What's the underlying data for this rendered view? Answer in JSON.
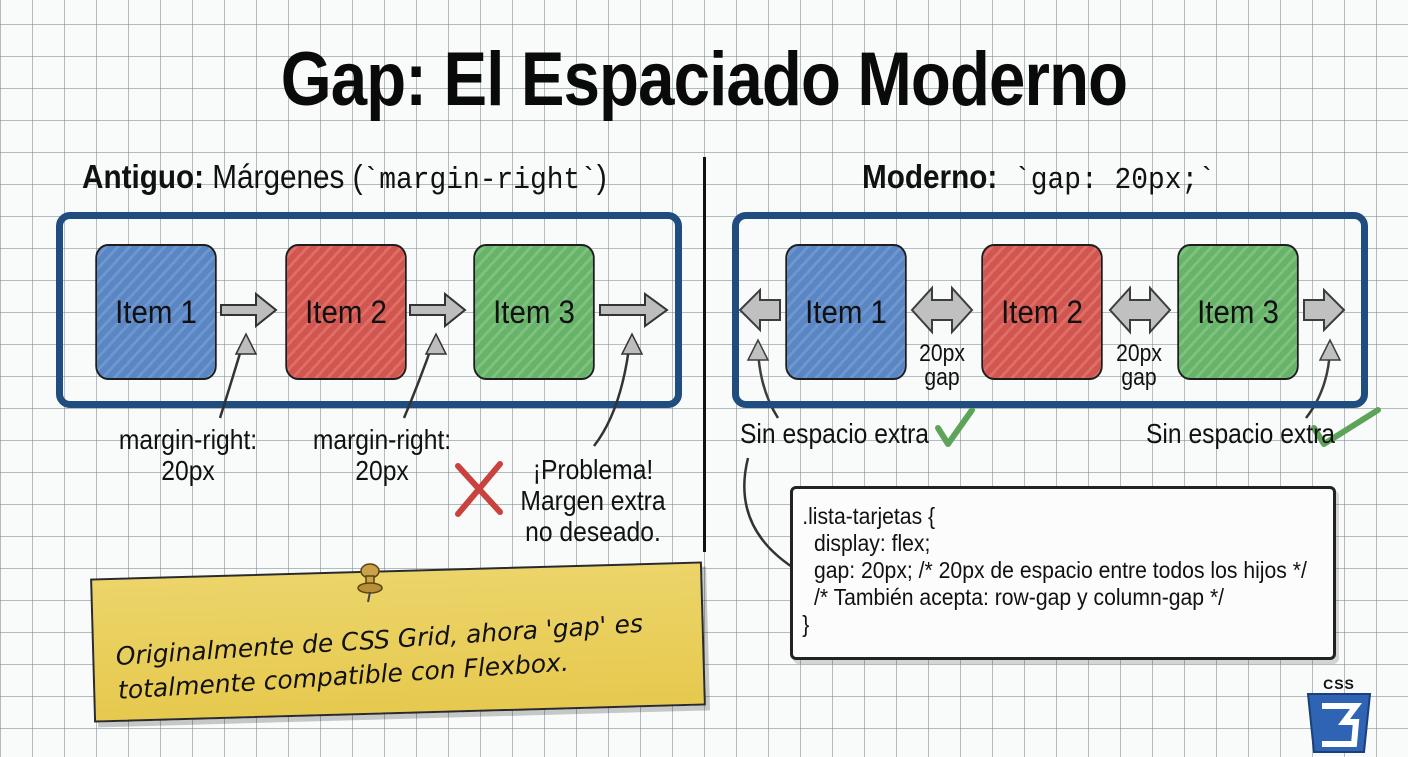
{
  "title": "Gap: El Espaciado Moderno",
  "left": {
    "heading_bold": "Antiguo:",
    "heading_text": " Márgenes (",
    "heading_code": "`margin-right`",
    "heading_close": ")",
    "items": [
      {
        "label": "Item 1",
        "color": "#5b86c4"
      },
      {
        "label": "Item 2",
        "color": "#d25650"
      },
      {
        "label": "Item 3",
        "color": "#67b369"
      }
    ],
    "annotations": [
      {
        "line1": "margin-right:",
        "line2": "20px"
      },
      {
        "line1": "margin-right:",
        "line2": "20px"
      }
    ],
    "problem": {
      "line1": "¡Problema!",
      "line2": "Margen extra",
      "line3": "no deseado.",
      "icon": "cross-icon",
      "icon_color": "#c9423e"
    }
  },
  "right": {
    "heading_bold": "Moderno:",
    "heading_code": " `gap: 20px;`",
    "items": [
      {
        "label": "Item 1",
        "color": "#5b86c4"
      },
      {
        "label": "Item 2",
        "color": "#d25650"
      },
      {
        "label": "Item 3",
        "color": "#67b369"
      }
    ],
    "gap_labels": [
      {
        "line1": "20px",
        "line2": "gap"
      },
      {
        "line1": "20px",
        "line2": "gap"
      }
    ],
    "edge_notes": [
      {
        "text": "Sin espacio extra",
        "icon": "checkmark-icon",
        "icon_color": "#5ea35a"
      },
      {
        "text": "Sin espacio extra",
        "icon": "checkmark-icon",
        "icon_color": "#5ea35a"
      }
    ],
    "code": ".lista-tarjetas {\n  display: flex;\n  gap: 20px; /* 20px de espacio entre todos los hijos */\n  /* También acepta: row-gap y column-gap */\n}"
  },
  "note": {
    "text": "Originalmente de CSS Grid, ahora 'gap' es totalmente compatible con Flexbox."
  },
  "logo": {
    "label": "CSS",
    "number": "3",
    "color": "#2f63b3"
  },
  "colors": {
    "container_border": "#1f4d80",
    "sticky": "#e8cc55"
  }
}
